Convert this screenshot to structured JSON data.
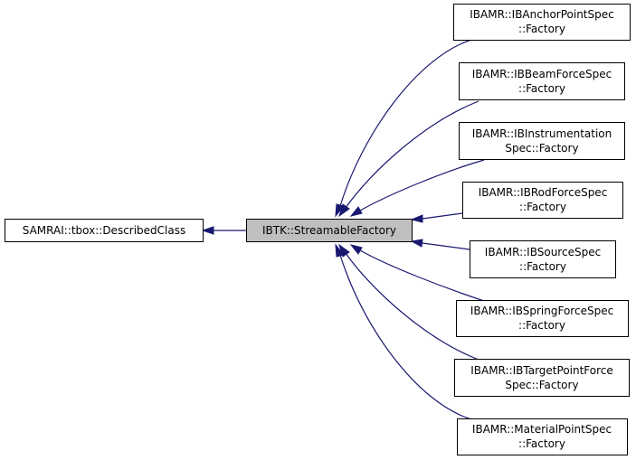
{
  "diagram": {
    "edge_color": "#191970",
    "focus_fill": "#bfbfbf",
    "nodes": {
      "base": {
        "lines": [
          "SAMRAI::tbox::DescribedClass"
        ]
      },
      "focus": {
        "lines": [
          "IBTK::StreamableFactory"
        ]
      },
      "derived": [
        {
          "lines": [
            "IBAMR::IBAnchorPointSpec",
            "::Factory"
          ]
        },
        {
          "lines": [
            "IBAMR::IBBeamForceSpec",
            "::Factory"
          ]
        },
        {
          "lines": [
            "IBAMR::IBInstrumentation",
            "Spec::Factory"
          ]
        },
        {
          "lines": [
            "IBAMR::IBRodForceSpec",
            "::Factory"
          ]
        },
        {
          "lines": [
            "IBAMR::IBSourceSpec",
            "::Factory"
          ]
        },
        {
          "lines": [
            "IBAMR::IBSpringForceSpec",
            "::Factory"
          ]
        },
        {
          "lines": [
            "IBAMR::IBTargetPointForce",
            "Spec::Factory"
          ]
        },
        {
          "lines": [
            "IBAMR::MaterialPointSpec",
            "::Factory"
          ]
        }
      ]
    }
  }
}
